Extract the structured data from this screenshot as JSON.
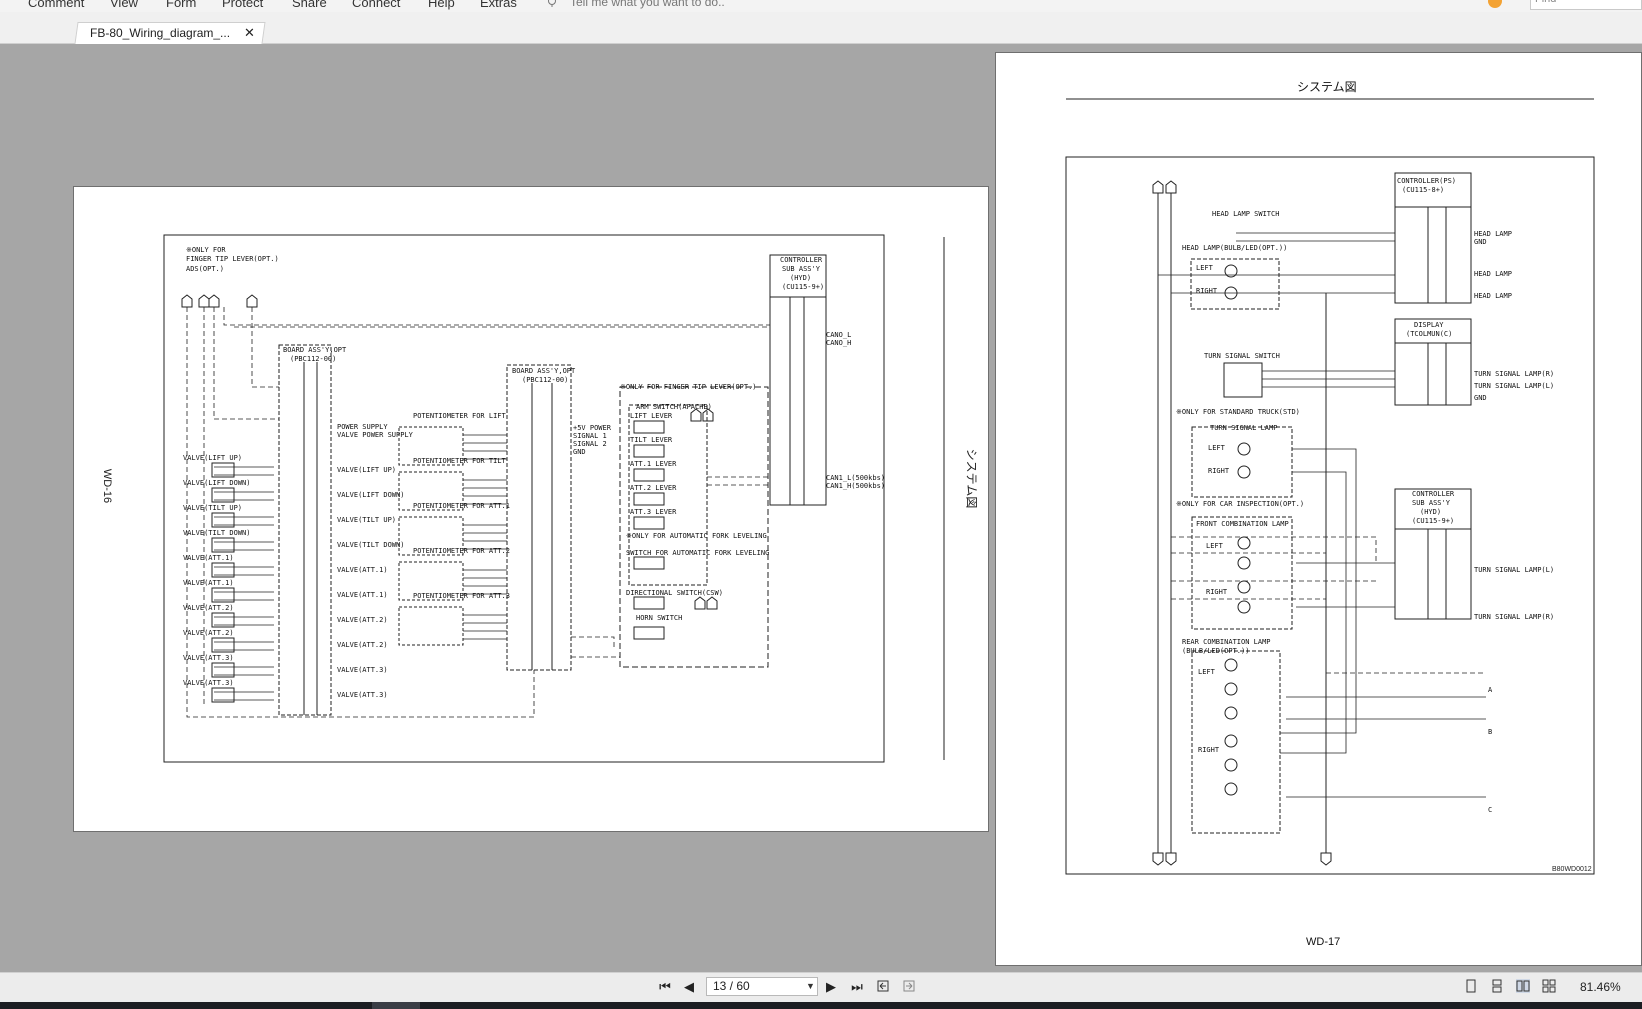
{
  "menu": {
    "items": [
      "Comment",
      "View",
      "Form",
      "Protect",
      "Share",
      "Connect",
      "Help",
      "Extras"
    ],
    "tell_me": "Tell me what you want to do..",
    "find_placeholder": "Find"
  },
  "tab": {
    "label": "FB-80_Wiring_diagram_...",
    "close": "✕"
  },
  "left_page": {
    "page_label": "WD-16",
    "side_title": "システム図",
    "notes": [
      "※ONLY FOR",
      "FINGER TIP LEVER(OPT.)",
      "ADS(OPT.)"
    ],
    "controller": [
      "CONTROLLER",
      "SUB ASS'Y",
      "(HYD)",
      "(CU115-9+)"
    ],
    "board1": [
      "BOARD ASS'Y,OPT",
      "(PBC112-00)"
    ],
    "board2": [
      "BOARD ASS'Y,OPT",
      "(PBC112-00)"
    ],
    "finger_tip": "※ONLY FOR FINGER TIP LEVER(OPT.)",
    "arm_switch": "ARM SWITCH(APACHE)",
    "potentiometers": [
      "POTENTIOMETER FOR LIFT",
      "POTENTIOMETER FOR TILT",
      "POTENTIOMETER FOR ATT.1",
      "POTENTIOMETER FOR ATT.2",
      "POTENTIOMETER FOR ATT.3"
    ],
    "valves": [
      "VALVE(LIFT UP)",
      "VALVE(LIFT DOWN)",
      "VALVE(TILT UP)",
      "VALVE(TILT DOWN)",
      "VALVE(ATT.1)",
      "VALVE(ATT.1)",
      "VALVE(ATT.2)",
      "VALVE(ATT.2)",
      "VALVE(ATT.3)",
      "VALVE(ATT.3)"
    ],
    "can_labels": [
      "CANO_L",
      "CANO_H",
      "CAN1_L(500kbs)",
      "CAN1_H(500kbs)"
    ],
    "signals": [
      "+5V POWER",
      "SIGNAL 1",
      "SIGNAL 2",
      "GND"
    ],
    "levers": [
      "LIFT LEVER",
      "TILT LEVER",
      "ATT.1 LEVER",
      "ATT.2 LEVER",
      "ATT.3 LEVER"
    ],
    "misc": [
      "POWER SUPPLY",
      "VALVE POWER SUPPLY",
      "※ONLY FOR AUTOMATIC FORK LEVELING",
      "SWITCH FOR AUTOMATIC FORK LEVELING",
      "DIRECTIONAL SWITCH(CSW)",
      "HORN SWITCH"
    ]
  },
  "right_page": {
    "title": "システム図",
    "page_label": "WD-17",
    "code": "B80WD0012",
    "controller_ps": [
      "CONTROLLER(PS)",
      "(CU115-8+)"
    ],
    "display": [
      "DISPLAY",
      "(TCOLMUN(C)"
    ],
    "controller_sub": [
      "CONTROLLER",
      "SUB ASS'Y",
      "(HYD)",
      "(CU115-9+)"
    ],
    "head_lamp_switch": "HEAD LAMP SWITCH",
    "head_lamp": "HEAD LAMP(BULB/LED(OPT.))",
    "turn_signal_switch": "TURN SIGNAL SWITCH",
    "std_truck": "※ONLY FOR STANDARD TRUCK(STD)",
    "turn_signal_lamp": "TURN SIGNAL LAMP",
    "car_inspection": "※ONLY FOR CAR INSPECTION(OPT.)",
    "front_combination": "FRONT COMBINATION LAMP",
    "rear_combination": "REAR COMBINATION LAMP",
    "rear_combination_sub": "(BULB/LED(OPT.))",
    "right_labels": [
      "HEAD LAMP",
      "GND",
      "HEAD LAMP",
      "HEAD LAMP",
      "TURN SIGNAL LAMP(R)",
      "TURN SIGNAL LAMP(L)",
      "GND",
      "TURN SIGNAL LAMP(L)",
      "TURN SIGNAL LAMP(R)"
    ],
    "side_letters": [
      "A",
      "B",
      "C"
    ],
    "sides": [
      "LEFT",
      "RIGHT"
    ]
  },
  "status": {
    "page_indicator": "13 / 60",
    "zoom": "81.46%"
  }
}
